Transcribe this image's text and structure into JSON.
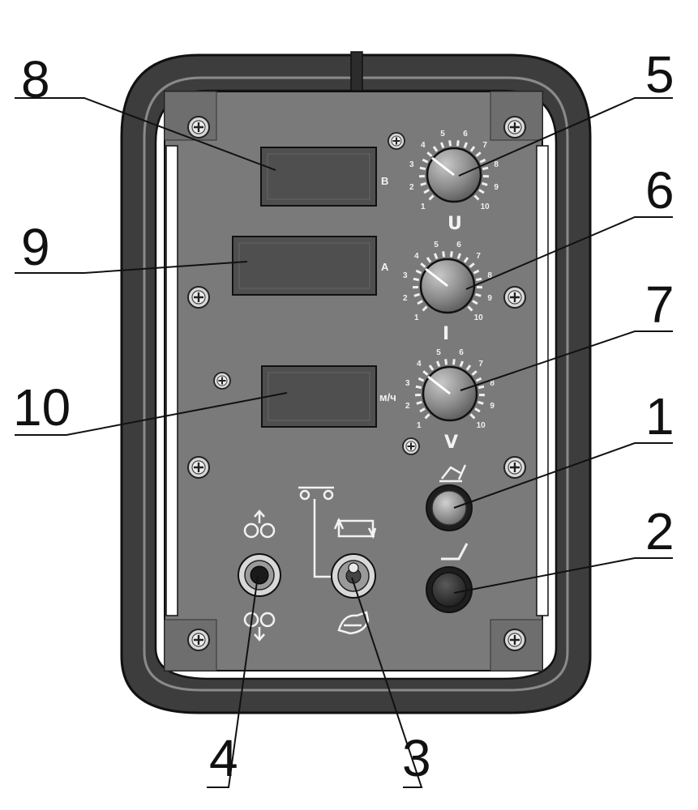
{
  "callouts": {
    "c1": "1",
    "c2": "2",
    "c3": "3",
    "c4": "4",
    "c5": "5",
    "c6": "6",
    "c7": "7",
    "c8": "8",
    "c9": "9",
    "c10": "10"
  },
  "displays": {
    "volts_unit": "В",
    "amps_unit": "А",
    "speed_unit": "м/ч"
  },
  "knobs": [
    {
      "symbol": "U",
      "scale": [
        "1",
        "2",
        "3",
        "4",
        "5",
        "6",
        "7",
        "8",
        "9",
        "10"
      ]
    },
    {
      "symbol": "I",
      "scale": [
        "1",
        "2",
        "3",
        "4",
        "5",
        "6",
        "7",
        "8",
        "9",
        "10"
      ]
    },
    {
      "symbol": "V",
      "scale": [
        "1",
        "2",
        "3",
        "4",
        "5",
        "6",
        "7",
        "8",
        "9",
        "10"
      ]
    }
  ],
  "colors": {
    "frame": "#3f3f3f",
    "panel": "#7a7a7a",
    "display": "#4f4f4f",
    "button_dark": "#2a2a2a"
  }
}
